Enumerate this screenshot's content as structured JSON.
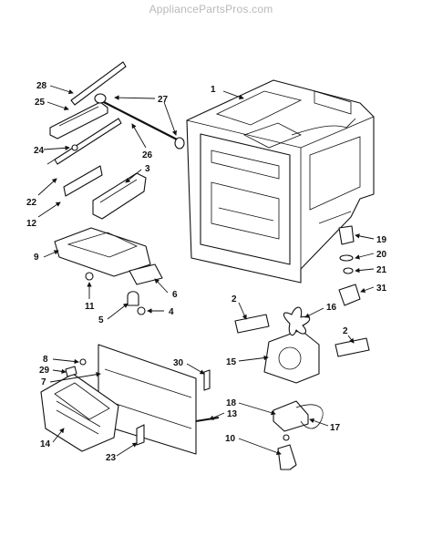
{
  "watermark": "AppliancePartsPros.com",
  "callouts": {
    "c1": "1",
    "c2a": "2",
    "c2b": "2",
    "c3": "3",
    "c4": "4",
    "c5": "5",
    "c6": "6",
    "c7": "7",
    "c8": "8",
    "c9": "9",
    "c10": "10",
    "c11": "11",
    "c12": "12",
    "c13": "13",
    "c14": "14",
    "c15": "15",
    "c16": "16",
    "c17": "17",
    "c18": "18",
    "c19": "19",
    "c20": "20",
    "c21": "21",
    "c22": "22",
    "c23": "23",
    "c24": "24",
    "c25": "25",
    "c26": "26",
    "c27": "27",
    "c28": "28",
    "c29": "29",
    "c30": "30",
    "c31": "31"
  }
}
